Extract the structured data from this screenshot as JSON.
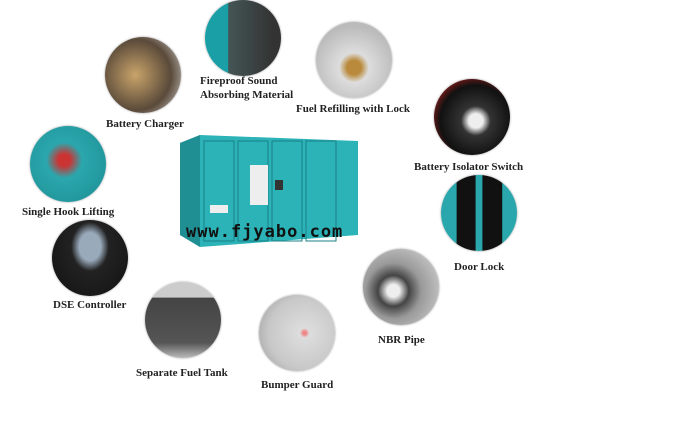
{
  "features": [
    {
      "label": "Battery Charger",
      "icon": "battery-charger-photo"
    },
    {
      "label": "Fireproof Sound",
      "label2": "Absorbing Material",
      "icon": "fireproof-material-photo"
    },
    {
      "label": "Fuel Refilling with Lock",
      "icon": "fuel-refilling-photo"
    },
    {
      "label": "Battery Isolator Switch",
      "icon": "battery-isolator-photo"
    },
    {
      "label": "Single Hook Lifting",
      "icon": "hook-lifting-photo"
    },
    {
      "label": "Door Lock",
      "icon": "door-lock-photo"
    },
    {
      "label": "DSE Controller",
      "icon": "dse-controller-photo"
    },
    {
      "label": "NBR Pipe",
      "icon": "nbr-pipe-photo"
    },
    {
      "label": "Separate Fuel Tank",
      "icon": "fuel-tank-photo"
    },
    {
      "label": "Bumper Guard",
      "icon": "bumper-guard-photo"
    }
  ],
  "watermark": "www.fjyabo.com",
  "colors": {
    "generator": "#2bb3b8"
  }
}
